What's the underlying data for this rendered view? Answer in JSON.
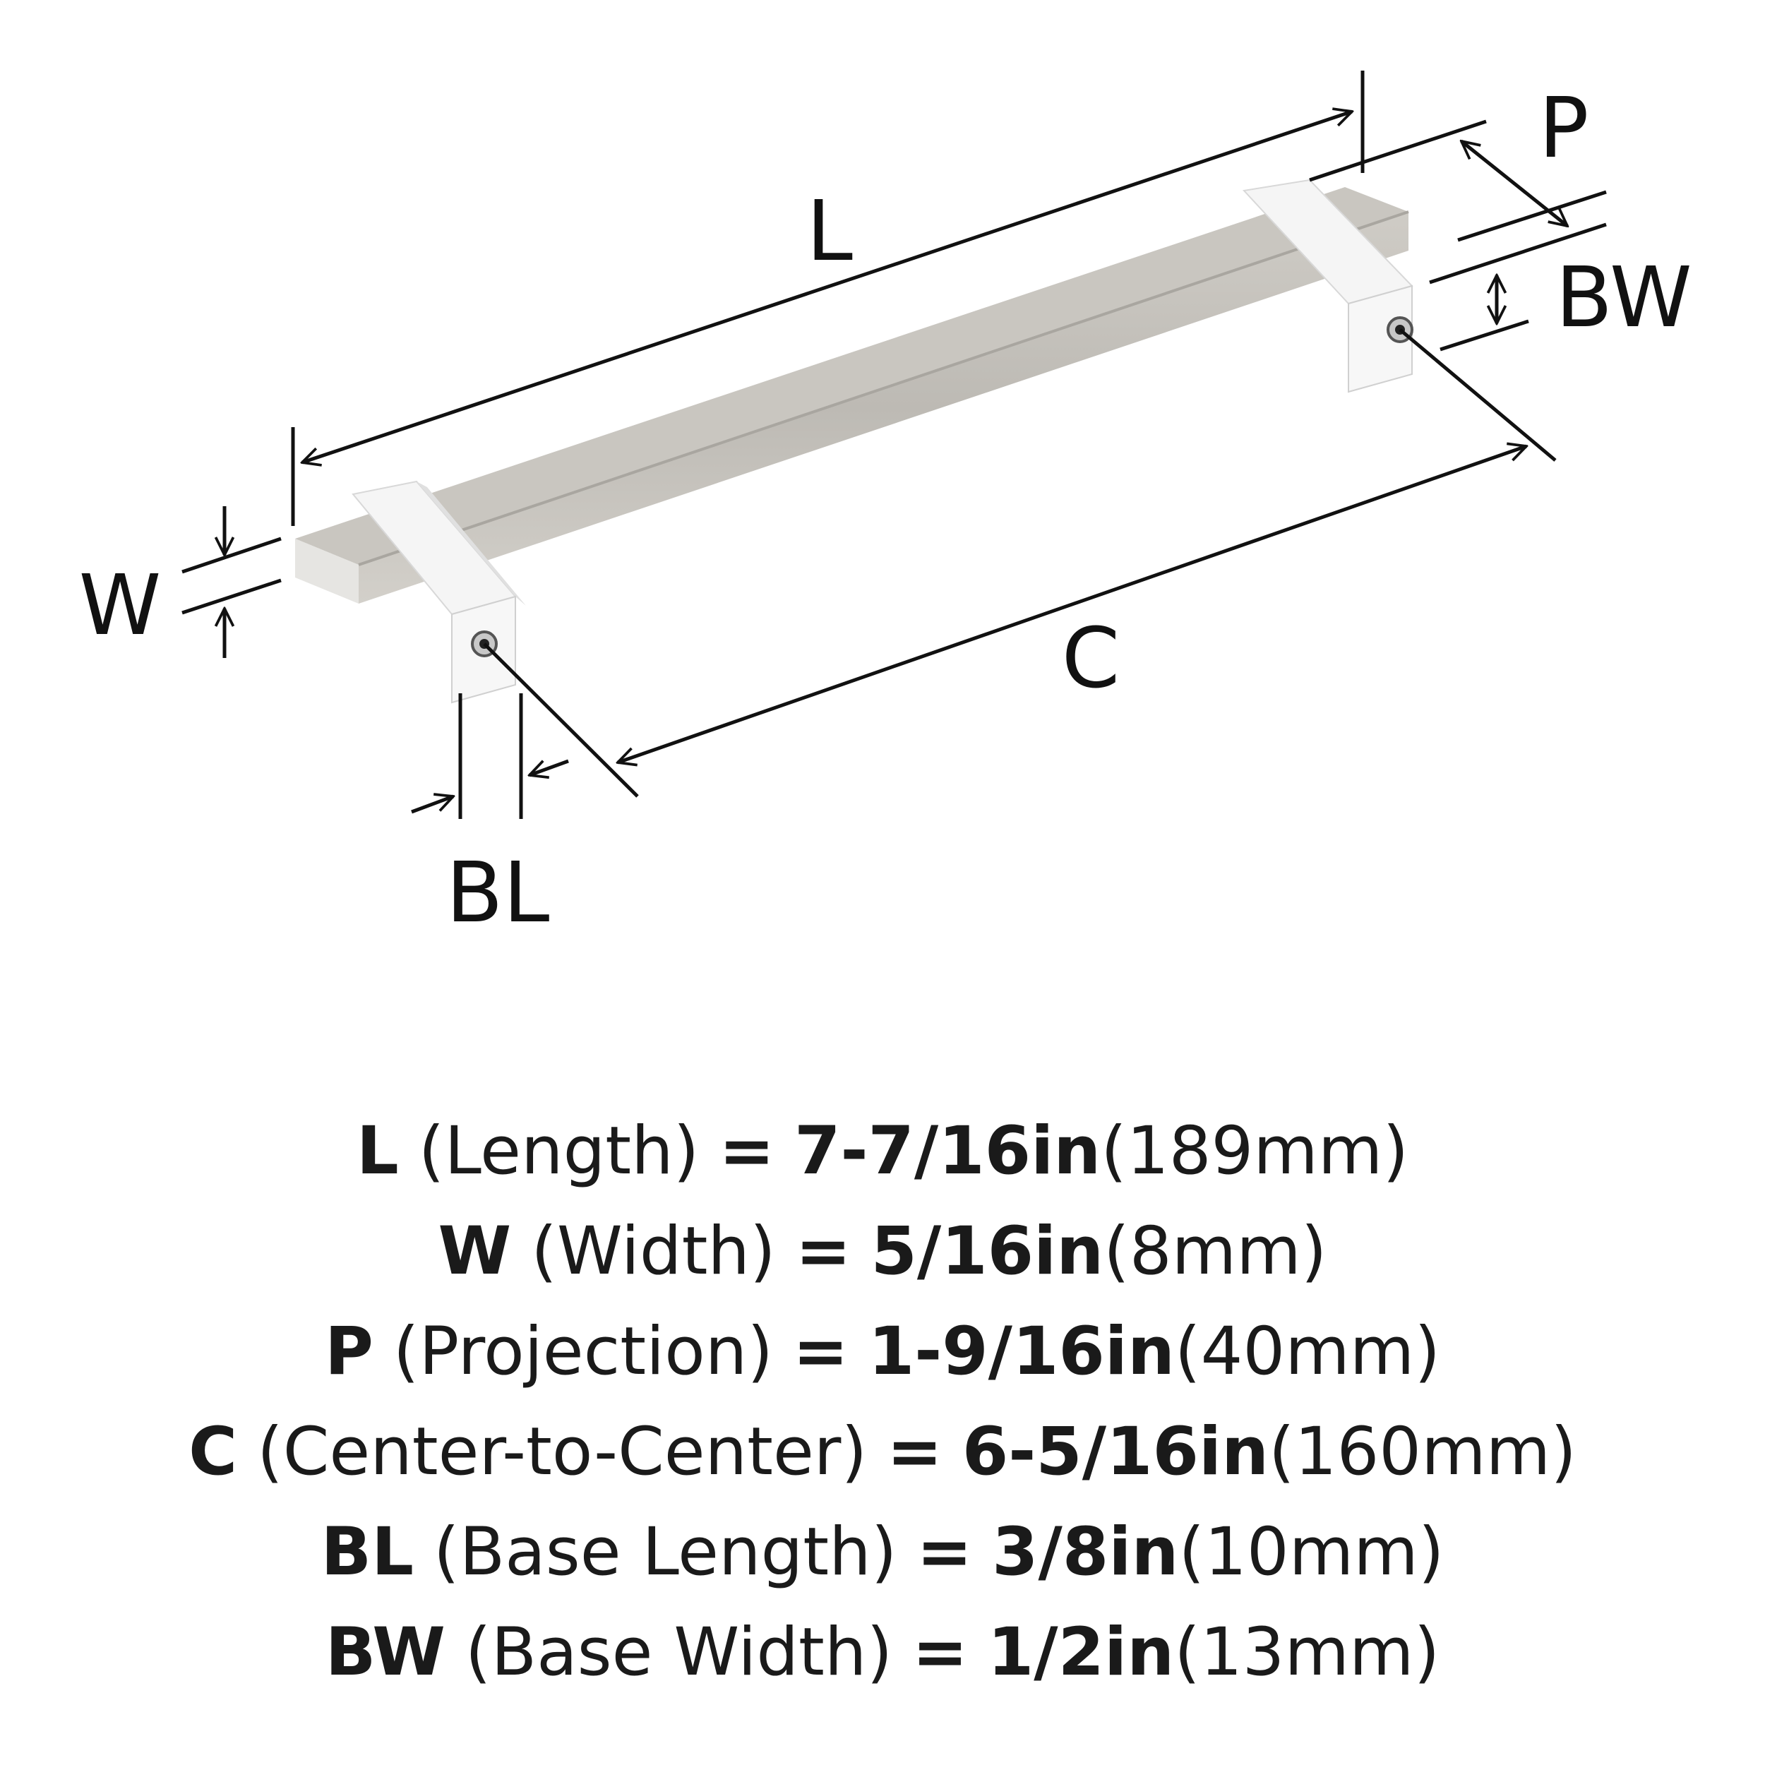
{
  "diagram": {
    "labels": {
      "L": "L",
      "W": "W",
      "P": "P",
      "BW": "BW",
      "C": "C",
      "BL": "BL"
    },
    "colors": {
      "bar": "#c4c1bb",
      "bar_dark": "#a9a6a0",
      "base": "#f3f3f3",
      "line": "#111111"
    }
  },
  "specs": [
    {
      "code": "L",
      "name": "(Length)",
      "eq": "=",
      "imperial": "7-7/16in",
      "metric": "(189mm)"
    },
    {
      "code": "W",
      "name": "(Width)",
      "eq": "=",
      "imperial": "5/16in",
      "metric": "(8mm)"
    },
    {
      "code": "P",
      "name": "(Projection)",
      "eq": "=",
      "imperial": "1-9/16in",
      "metric": "(40mm)"
    },
    {
      "code": "C",
      "name": "(Center-to-Center)",
      "eq": "=",
      "imperial": "6-5/16in",
      "metric": "(160mm)"
    },
    {
      "code": "BL",
      "name": "(Base Length)",
      "eq": "=",
      "imperial": "3/8in",
      "metric": "(10mm)"
    },
    {
      "code": "BW",
      "name": "(Base Width)",
      "eq": "=",
      "imperial": "1/2in",
      "metric": "(13mm)"
    }
  ]
}
